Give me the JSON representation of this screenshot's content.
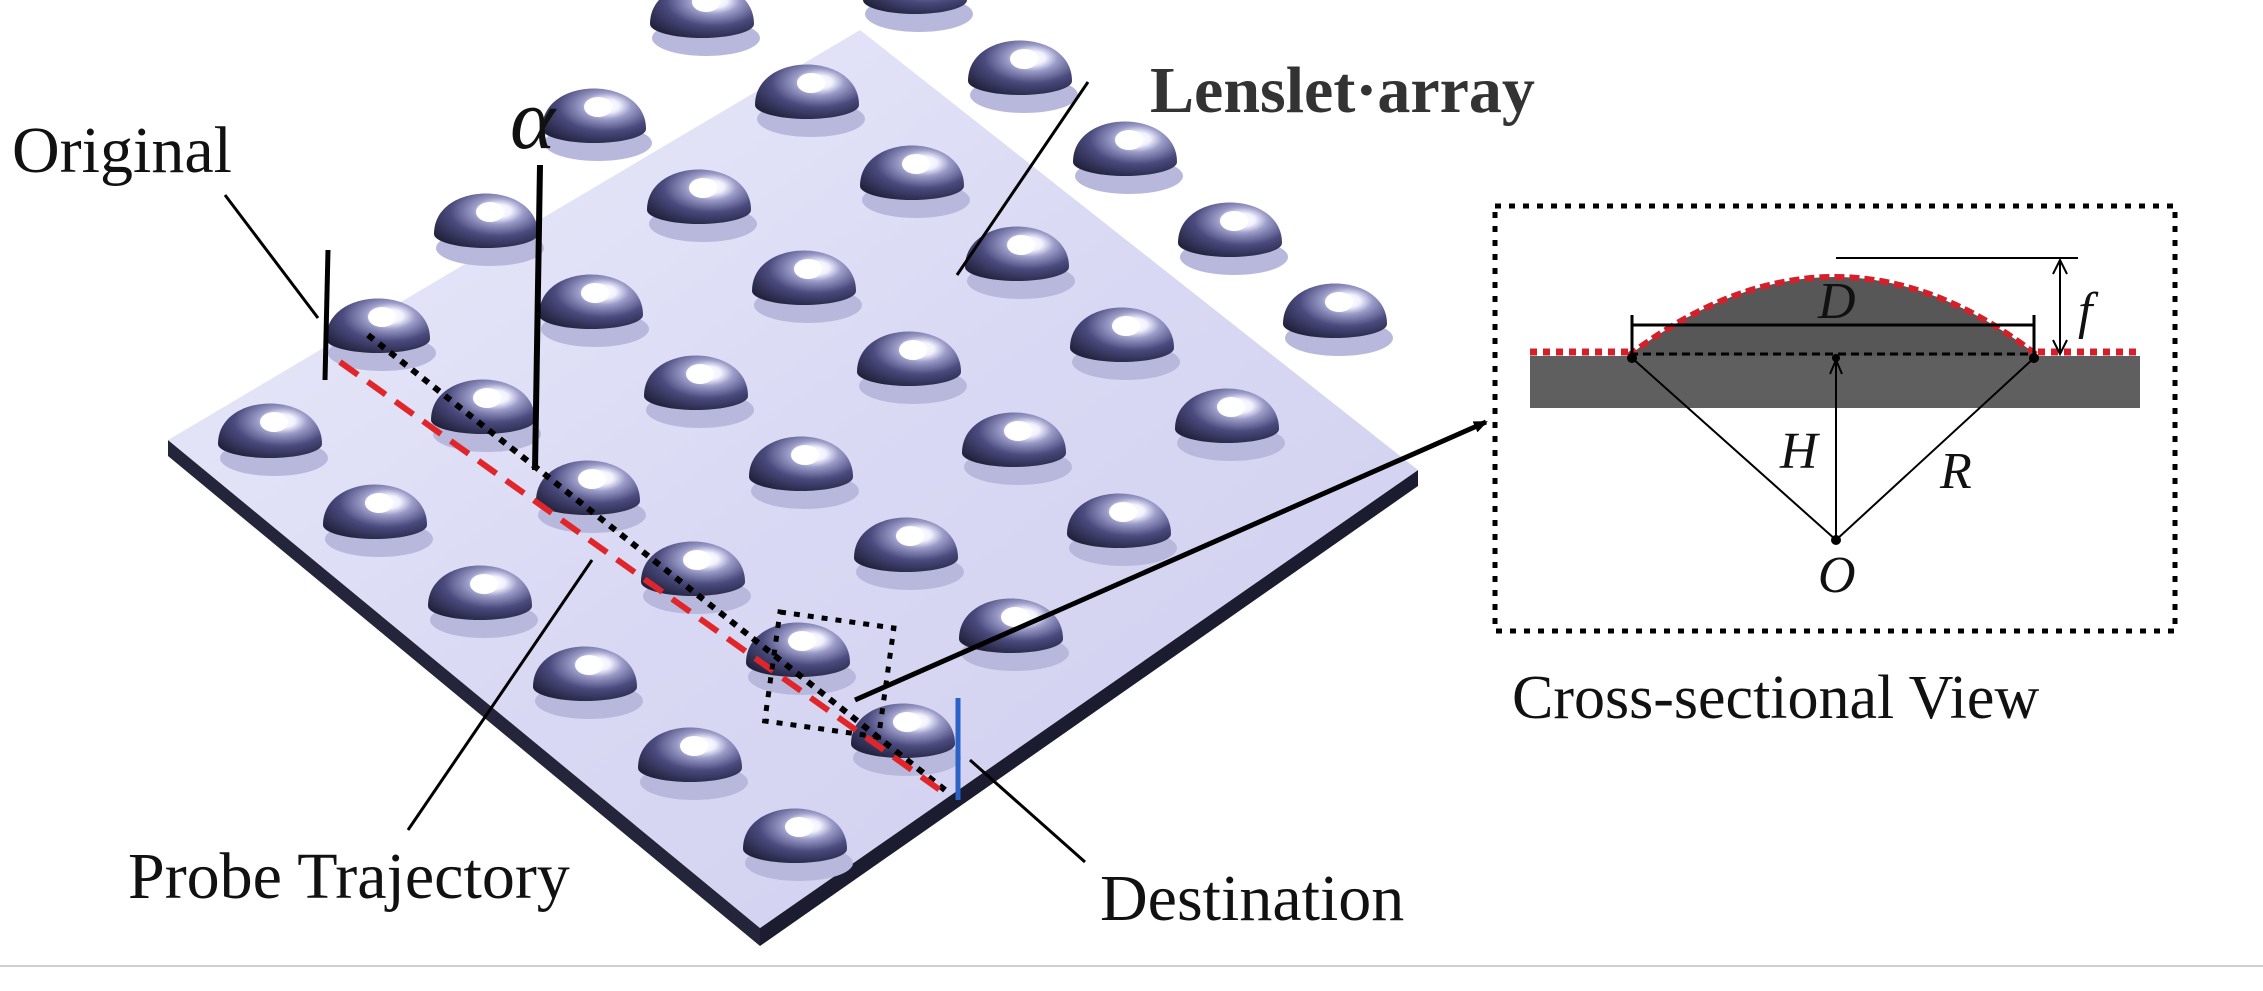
{
  "labels": {
    "original": "Original",
    "alpha": "α",
    "lenslet_array": "Lenslet·array",
    "probe_trajectory": "Probe Trajectory",
    "destination": "Destination",
    "cross_section_title": "Cross-sectional View"
  },
  "cross_section_symbols": {
    "D": "D",
    "f": "f",
    "H": "H",
    "R": "R",
    "O": "O"
  },
  "lens_grid": {
    "rows": 6,
    "cols": 6
  },
  "colors": {
    "plate_top": "#dcdcf6",
    "plate_edge": "#24243a",
    "lens_dark": "#2e2e55",
    "lens_mid": "#6d6da4",
    "trajectory": "#e0262b",
    "profile": "#5b5b5b",
    "profile_edge": "#d4202a"
  }
}
